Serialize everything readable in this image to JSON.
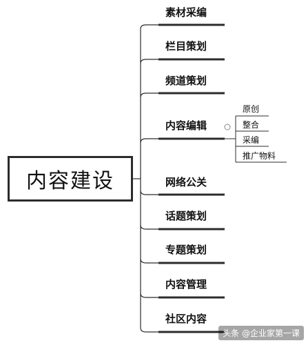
{
  "root": {
    "label": "内容建设"
  },
  "branches": [
    {
      "label": "素材采编"
    },
    {
      "label": "栏目策划"
    },
    {
      "label": "频道策划"
    },
    {
      "label": "内容编辑",
      "children": [
        "原创",
        "整合",
        "采编",
        "推广物料"
      ]
    },
    {
      "label": "网络公关"
    },
    {
      "label": "话题策划"
    },
    {
      "label": "专题策划"
    },
    {
      "label": "内容管理"
    },
    {
      "label": "社区内容"
    }
  ],
  "watermark": "头条 @企业家第一课",
  "colors": {
    "line": "#2b2b2b",
    "text": "#111111"
  }
}
